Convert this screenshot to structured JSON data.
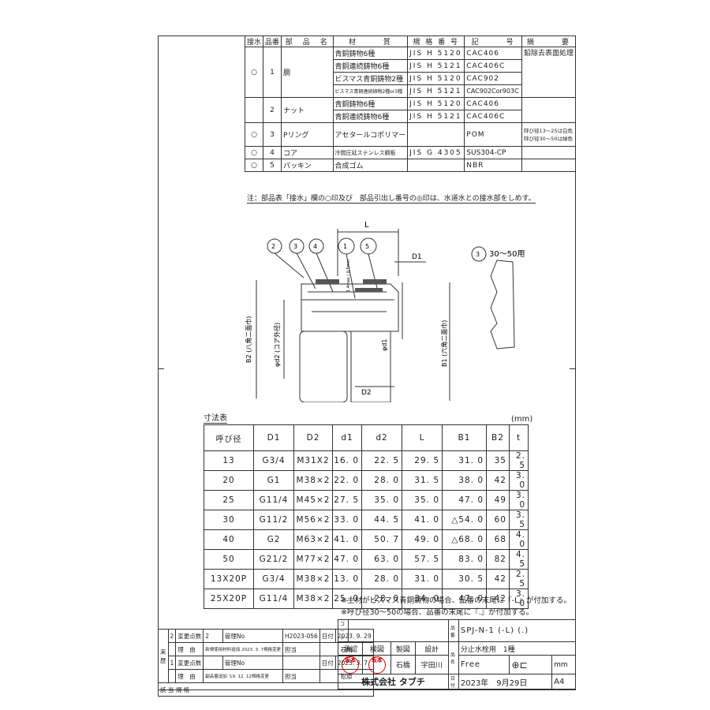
{
  "parts_table": {
    "headers": [
      "接水",
      "品番",
      "部　品　名",
      "材　　　質",
      "規 格 番 号",
      "記　　　号",
      "摘　　　要"
    ],
    "rows": [
      {
        "water": "○",
        "no": "1",
        "name": "胴",
        "material": "青銅鋳物6種",
        "standard": "JIS H 5120",
        "symbol": "CAC406",
        "remark": "鉛除去表面処理"
      },
      {
        "water": "",
        "no": "",
        "name": "",
        "material": "青銅連続鋳物6種",
        "standard": "JIS H 5121",
        "symbol": "CAC406C",
        "remark": ""
      },
      {
        "water": "",
        "no": "",
        "name": "",
        "material": "ビスマス青銅鋳物2種",
        "standard": "JIS H 5120",
        "symbol": "CAC902",
        "remark": ""
      },
      {
        "water": "",
        "no": "",
        "name": "",
        "material": "ビスマス青銅連続鋳物2種or3種",
        "standard": "JIS H 5121",
        "symbol": "CAC902Cor903C",
        "remark": ""
      },
      {
        "water": "",
        "no": "2",
        "name": "ナット",
        "material": "青銅鋳物6種",
        "standard": "JIS H 5120",
        "symbol": "CAC406",
        "remark": ""
      },
      {
        "water": "",
        "no": "",
        "name": "",
        "material": "青銅連続鋳物6種",
        "standard": "JIS H 5121",
        "symbol": "CAC406C",
        "remark": ""
      },
      {
        "water": "○",
        "no": "3",
        "name": "Pリング",
        "material": "アセタールコポリマー",
        "standard": "",
        "symbol": "POM",
        "remark": "呼び径13～25は白色 呼び径30～50は緑色"
      },
      {
        "water": "○",
        "no": "4",
        "name": "コア",
        "material": "冷間圧延ステンレス鋼板",
        "standard": "JIS G 4305",
        "symbol": "SUS304-CP",
        "remark": ""
      },
      {
        "water": "○",
        "no": "5",
        "name": "パッキン",
        "material": "合成ゴム",
        "standard": "",
        "symbol": "NBR",
        "remark": ""
      }
    ],
    "note": "注：部品表「接水」欄の○印及び　部品引出し番号の◎印は、水道水との接水部をしめす。"
  },
  "drawing": {
    "balloons": [
      "2",
      "3",
      "4",
      "1",
      "5"
    ],
    "labels": {
      "L": "L",
      "D1": "D1",
      "D2": "D2",
      "B1": "B1 (六角二面巾)",
      "B2": "B2 (八角二面巾)",
      "d1": "φd1",
      "d2": "φd2 (コア外径)",
      "detail": "30～50用",
      "detail_no": "3",
      "freeplay": "1.4max / 0.5min"
    }
  },
  "dims_table": {
    "title": "寸法表",
    "unit": "(mm)",
    "headers": [
      "呼び径",
      "D1",
      "D2",
      "d1",
      "d2",
      "L",
      "B1",
      "B2",
      "t"
    ],
    "rows": [
      [
        "13",
        "G3/4",
        "M31X2",
        "16. 0",
        "22. 5",
        "29. 5",
        "31. 0",
        "35",
        "2. 5"
      ],
      [
        "20",
        "G1",
        "M38×2",
        "22. 0",
        "28. 0",
        "31. 5",
        "38. 0",
        "42",
        "3. 0"
      ],
      [
        "25",
        "G11/4",
        "M45×2",
        "27. 5",
        "35. 0",
        "35. 0",
        "47. 0",
        "49",
        "3. 0"
      ],
      [
        "30",
        "G11/2",
        "M56×2",
        "33. 0",
        "44. 5",
        "41. 0",
        "△54. 0",
        "60",
        "3. 5"
      ],
      [
        "40",
        "G2",
        "M63×2",
        "41. 0",
        "50. 7",
        "49. 0",
        "△68. 0",
        "68",
        "4. 0"
      ],
      [
        "50",
        "G21/2",
        "M77×2",
        "47. 0",
        "63. 0",
        "57. 5",
        "83. 0",
        "82",
        "4. 5"
      ],
      [
        "13X20P",
        "G3/4",
        "M38×2",
        "13. 0",
        "28. 0",
        "31. 0",
        "30. 5",
        "42",
        "2. 5"
      ],
      [
        "25X20P",
        "G11/4",
        "M38×2",
        "25. 0",
        "28. 0",
        "34. 0",
        "47. 0",
        "42",
        "3. 0"
      ]
    ]
  },
  "remarks": [
    "※主材がビスマス青銅鋳物の場合、品番の末尾に『-L』が付加する。",
    "※呼び径30～50の場合、品番の末尾に『.』が付加する。"
  ],
  "revision": {
    "side_label": "来歴",
    "rows": [
      {
        "mark": "2",
        "k1": "変更点数",
        "v1": "2",
        "k2": "管理No",
        "v2": "H2023-056",
        "k3": "日付",
        "v3": "2023. 9. 29"
      },
      {
        "mark": "",
        "k1": "理　由",
        "v1": "新規使用材料追加 2023. 3. 7規格変更",
        "k2": "担当",
        "v2": "石橋",
        "k3": "",
        "v3": ""
      },
      {
        "mark": "1",
        "k1": "変更点数",
        "v1": "",
        "k2": "管理No",
        "v2": "",
        "k3": "日付",
        "v3": "2023. 3. 7"
      },
      {
        "mark": "",
        "k1": "理　由",
        "v1": "副品番追加 '19. 12. 12規格変更",
        "k2": "担当",
        "v2": "松原",
        "k3": "",
        "v3": ""
      }
    ],
    "footer": "該 当 規 格"
  },
  "title_block": {
    "code_label": "コード",
    "sign_headers": [
      "承認",
      "検図",
      "製図",
      "設計"
    ],
    "stamps": [
      "坂本",
      "坂本"
    ],
    "names": [
      "石橋",
      "宇田川"
    ],
    "company": "株式会社 タブチ",
    "part_no_label": "品番",
    "part_no": "SPJ-N-1 (-L) (.)",
    "part_name_label": "品名",
    "part_name": "分止水栓用　1種",
    "scale_label": "尺度",
    "scale": "Free",
    "unit": "mm",
    "date_label": "日付",
    "date": "2023年　9月29日",
    "size": "A4"
  }
}
